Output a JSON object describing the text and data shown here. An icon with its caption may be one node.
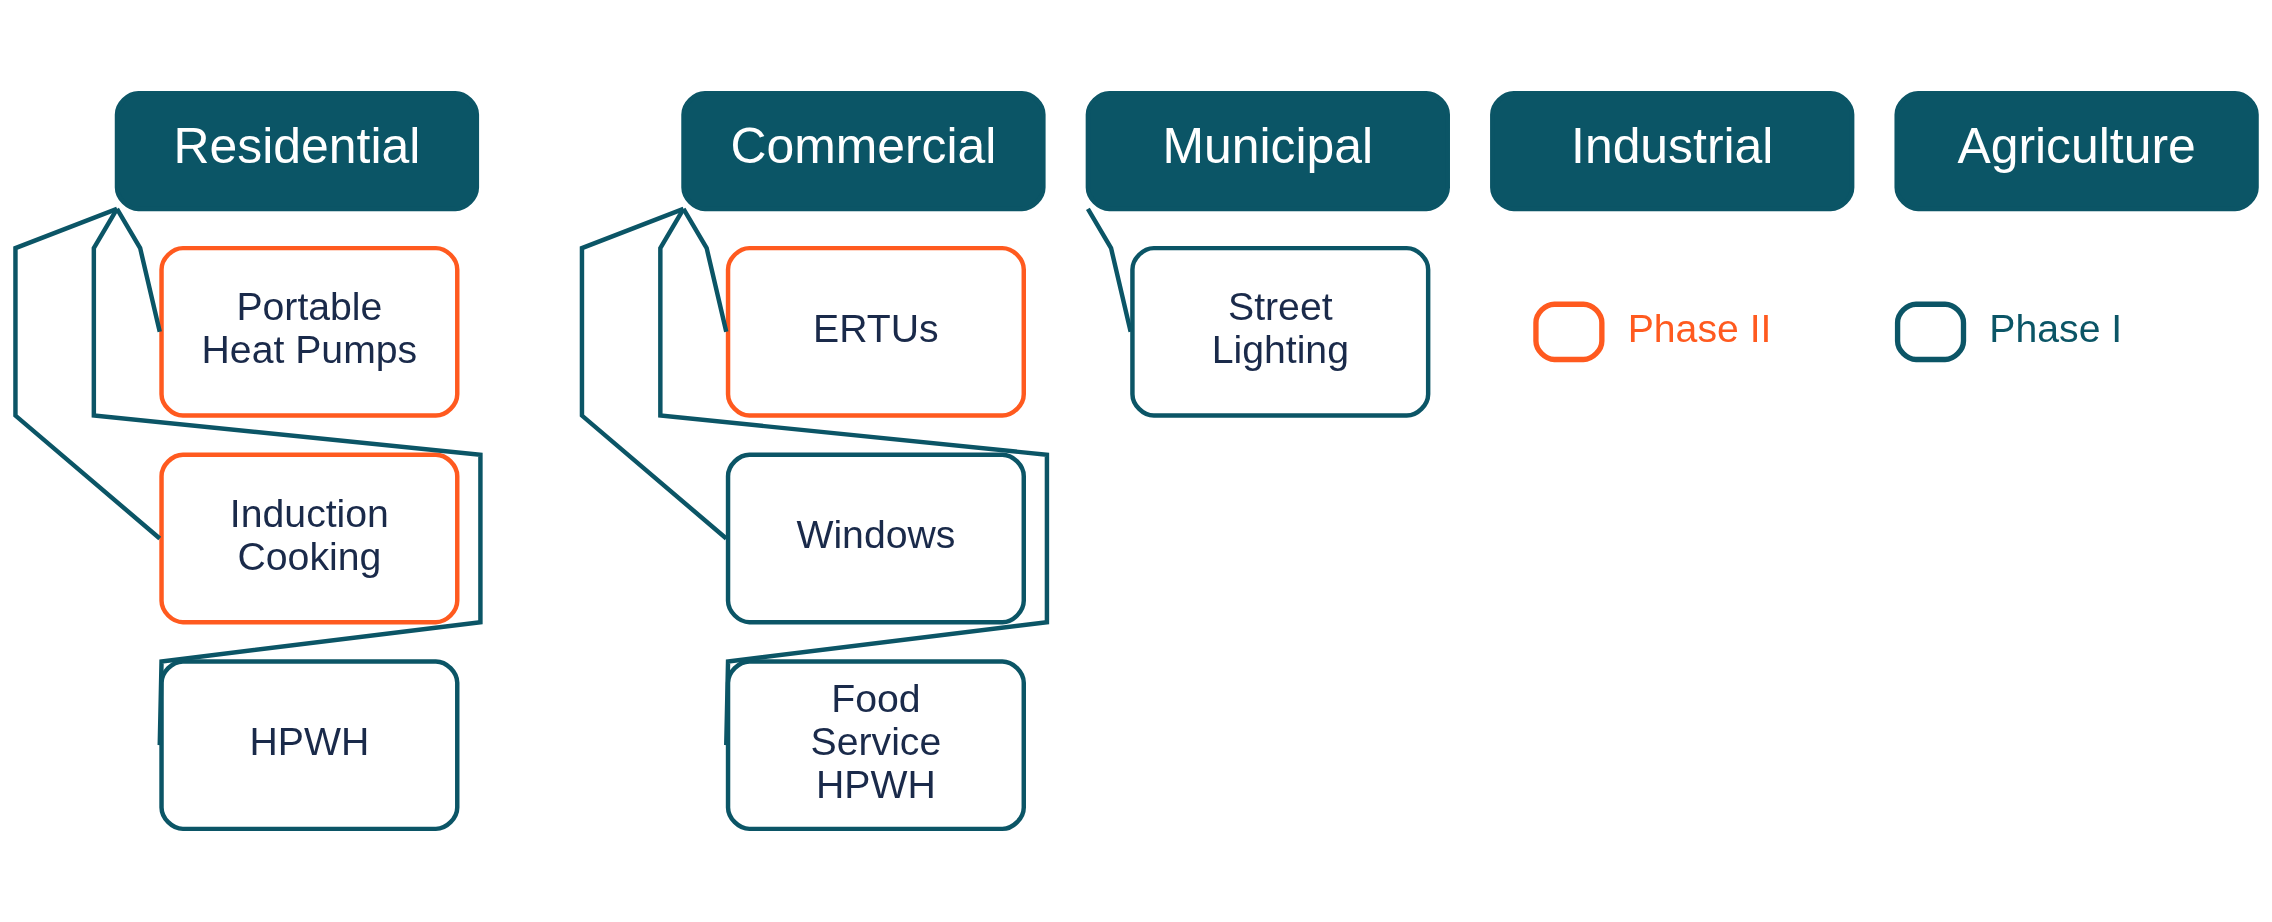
{
  "diagram": {
    "nodes": [
      {
        "text": [
          "Residential"
        ]
      },
      {
        "text": [
          "Commercial"
        ]
      },
      {
        "text": [
          "Municipal"
        ]
      },
      {
        "text": [
          "Industrial"
        ]
      },
      {
        "text": [
          "Agriculture"
        ]
      },
      {
        "text": [
          "Portable Heat Pumps"
        ]
      },
      {
        "text": [
          "Induction Cooking"
        ]
      },
      {
        "text": [
          "HPWH"
        ]
      },
      {
        "text": [
          "ERTUs"
        ]
      },
      {
        "text": [
          "Windows"
        ]
      },
      {
        "text": [
          "Food Service HPWH"
        ]
      },
      {
        "text": [
          "Street Lighting"
        ]
      }
    ],
    "edges": [
      {
        "from": 0,
        "to": 5,
        "arrow": "none"
      },
      {
        "from": 0,
        "to": 6,
        "arrow": "none"
      },
      {
        "from": 0,
        "to": 7,
        "arrow": "none"
      },
      {
        "from": 1,
        "to": 8,
        "arrow": "none"
      },
      {
        "from": 1,
        "to": 9,
        "arrow": "none"
      },
      {
        "from": 1,
        "to": 10,
        "arrow": "none"
      },
      {
        "from": 2,
        "to": 11,
        "arrow": "none"
      }
    ],
    "legend": [
      {
        "text": "Phase II",
        "color": "#ff5a1f"
      },
      {
        "text": "Phase I",
        "color": "#0b5566"
      }
    ]
  }
}
